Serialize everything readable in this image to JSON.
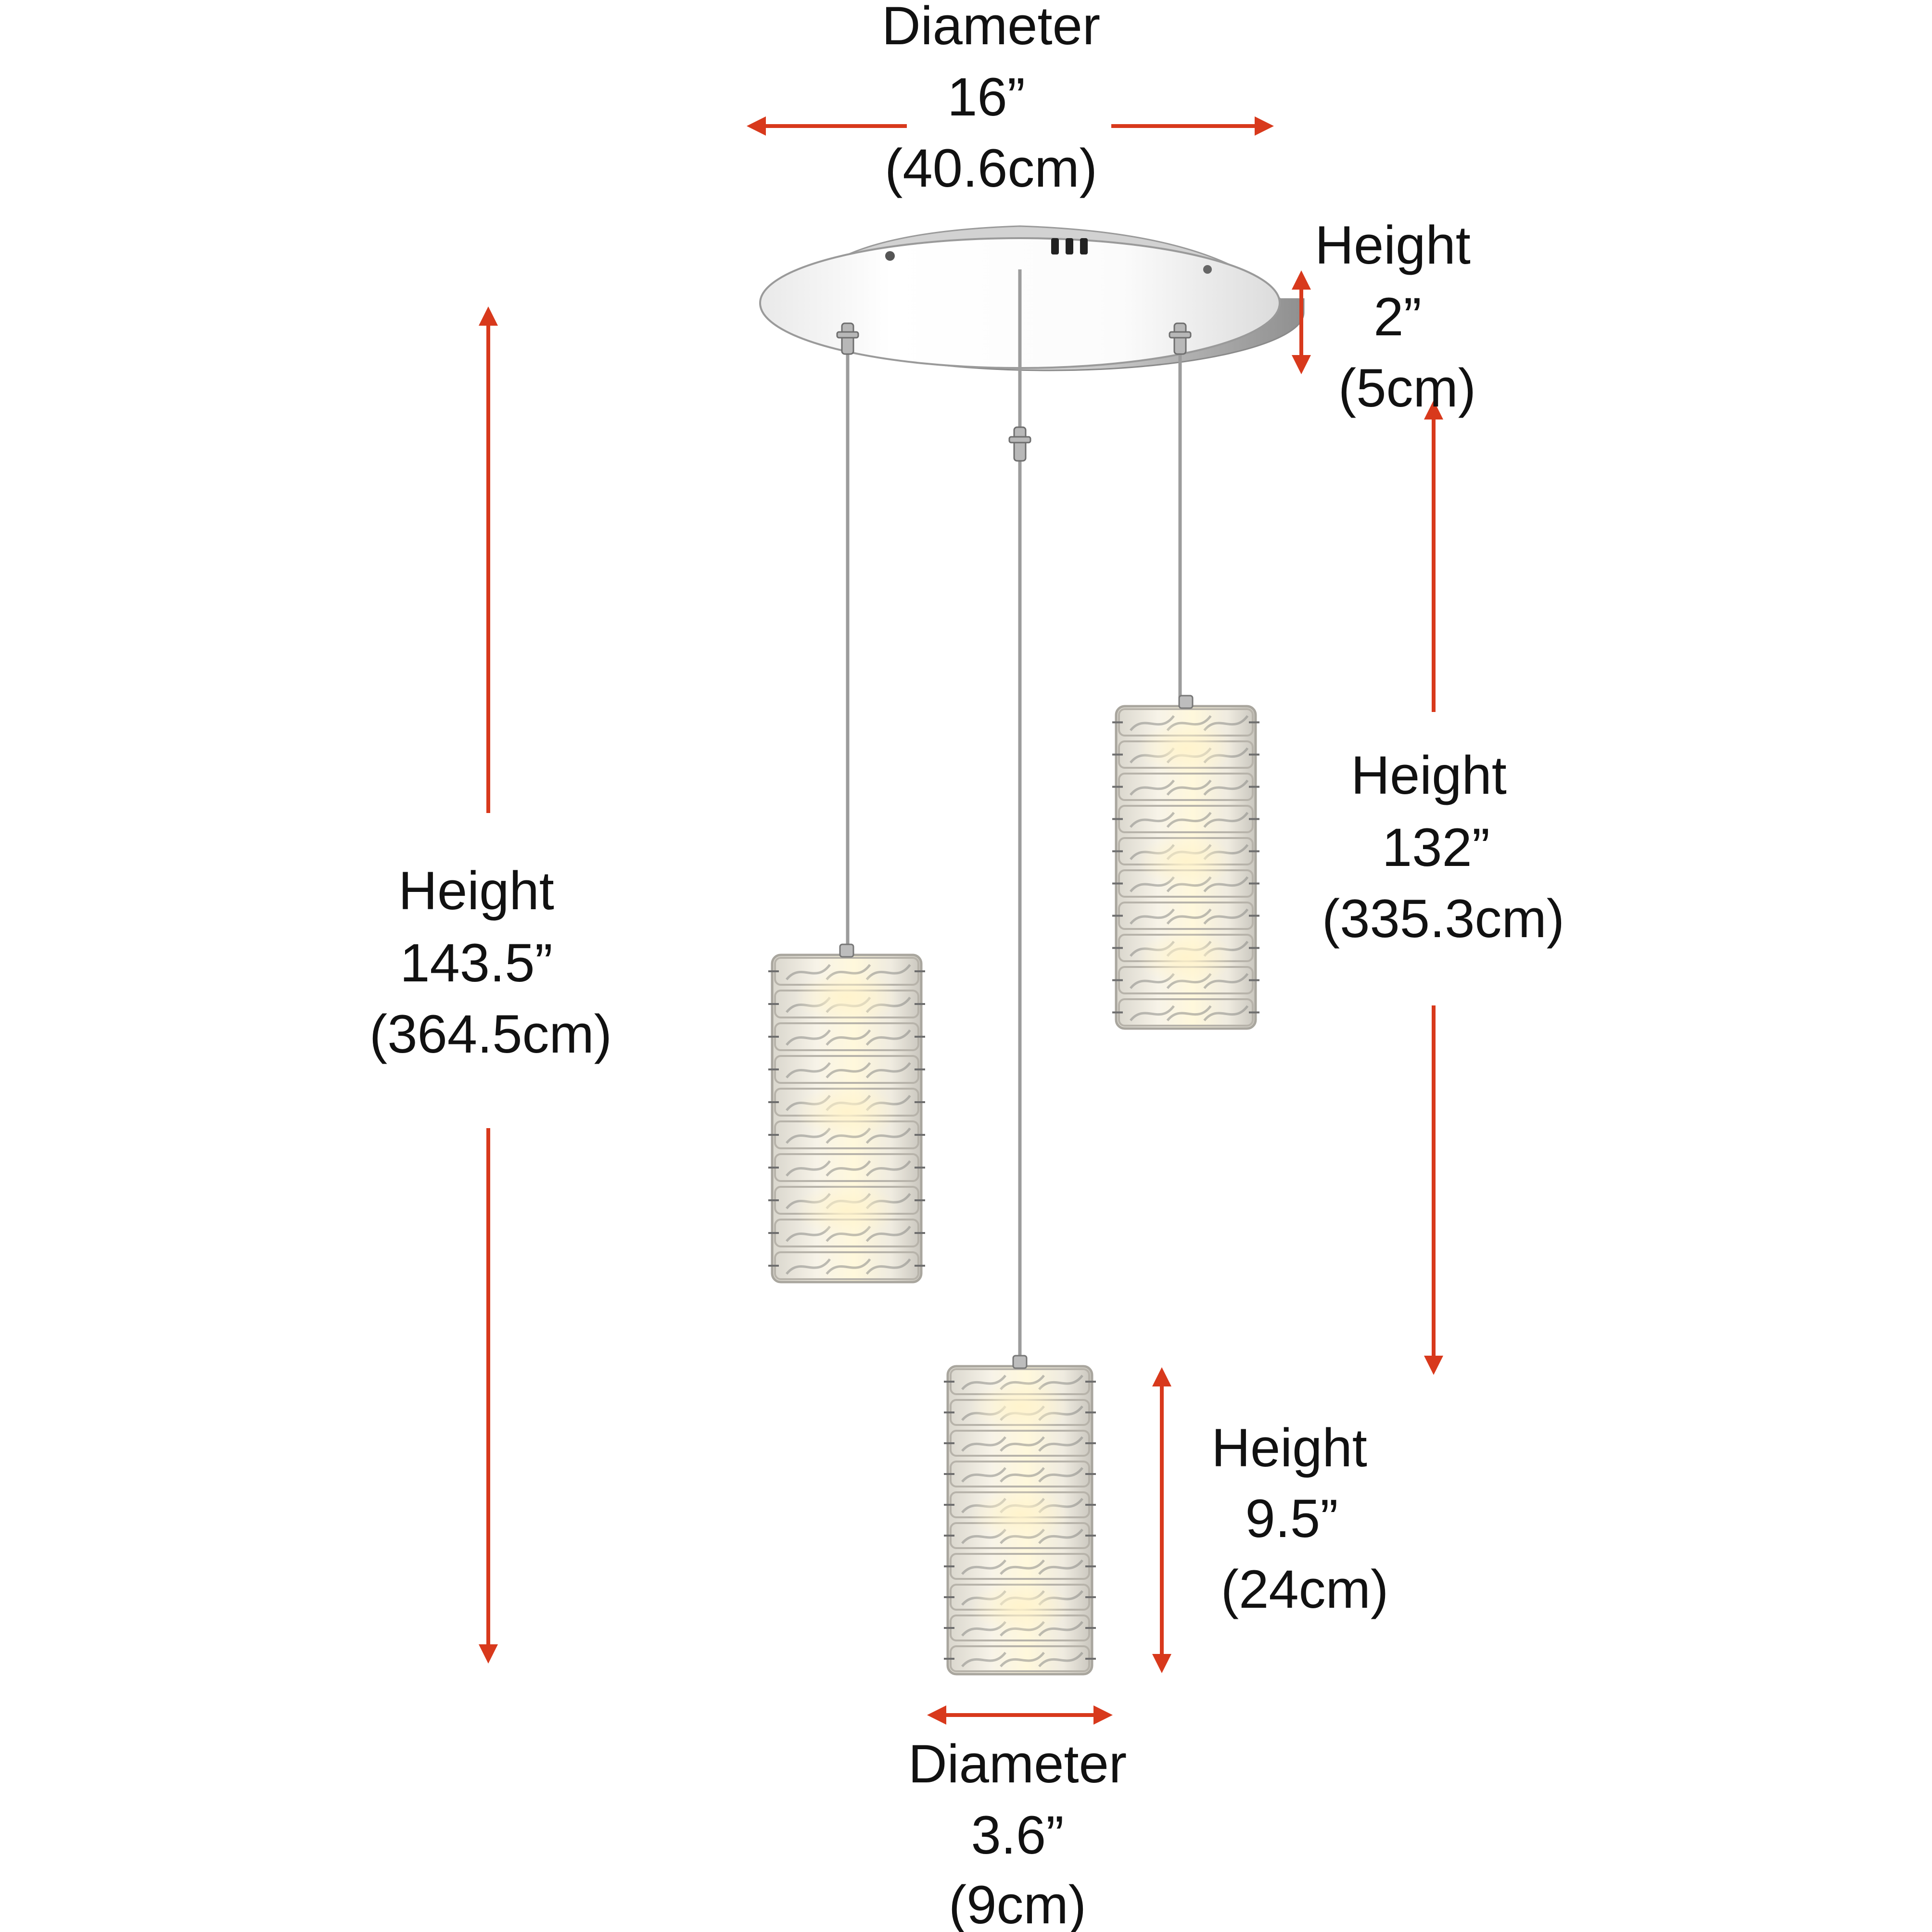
{
  "colors": {
    "arrow": "#d8391c",
    "chrome_light": "#f7f7f7",
    "chrome_dark": "#9a9a9a",
    "cable": "#9c9c9c",
    "crystal_light": "#f3efe4",
    "crystal_dark": "#8a8a86",
    "glow": "#fff3cc"
  },
  "dimensions": {
    "canopy_diameter": {
      "label": "Diameter",
      "inches": "16”",
      "cm": "(40.6cm)"
    },
    "canopy_height": {
      "label": "Height",
      "inches": "2”",
      "cm": "(5cm)"
    },
    "overall_height": {
      "label": "Height",
      "inches": "143.5”",
      "cm": "(364.5cm)"
    },
    "right_drop_height": {
      "label": "Height",
      "inches": "132”",
      "cm": "(335.3cm)"
    },
    "pendant_height": {
      "label": "Height",
      "inches": "9.5”",
      "cm": "(24cm)"
    },
    "pendant_diameter": {
      "label": "Diameter",
      "inches": "3.6”",
      "cm": "(9cm)"
    }
  },
  "icons": [
    "dimension-arrow-icon",
    "canopy-icon",
    "crystal-pendant-icon"
  ]
}
